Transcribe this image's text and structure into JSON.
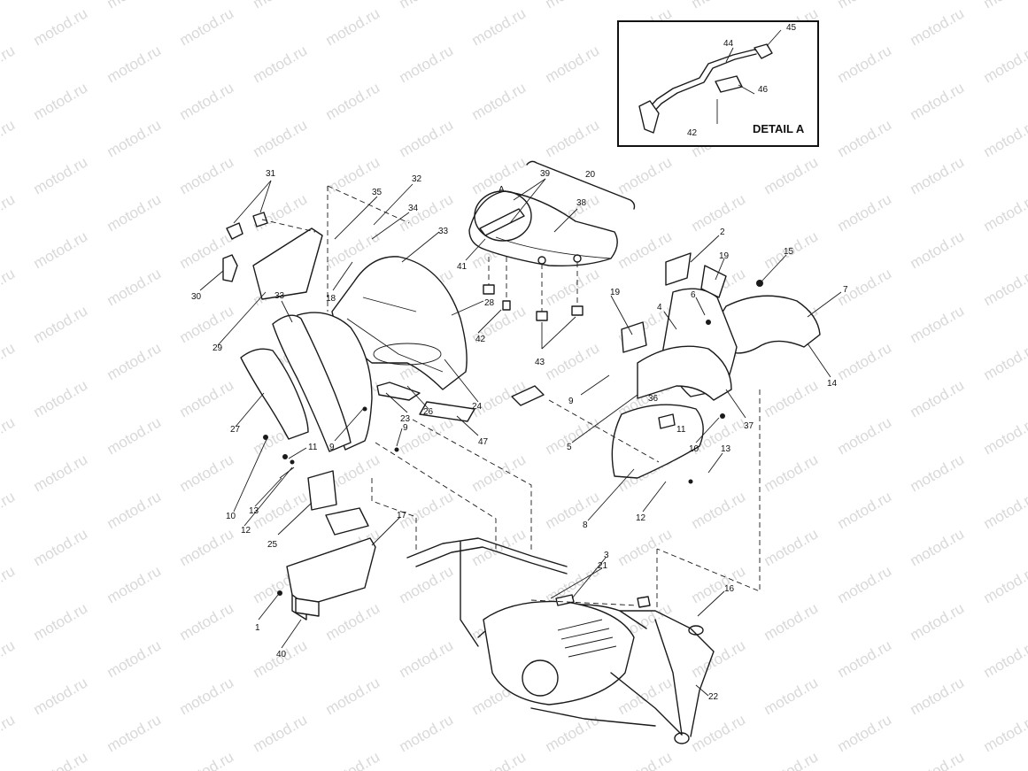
{
  "watermark": "motod.ru",
  "detail_title": "DETAIL A",
  "detail_marker": "A",
  "callouts": [
    {
      "id": "c1",
      "label": "1"
    },
    {
      "id": "c2",
      "label": "2"
    },
    {
      "id": "c3",
      "label": "3"
    },
    {
      "id": "c4",
      "label": "4"
    },
    {
      "id": "c5",
      "label": "5"
    },
    {
      "id": "c6",
      "label": "6"
    },
    {
      "id": "c7",
      "label": "7"
    },
    {
      "id": "c8",
      "label": "8"
    },
    {
      "id": "c9a",
      "label": "9"
    },
    {
      "id": "c9b",
      "label": "9"
    },
    {
      "id": "c9c",
      "label": "9"
    },
    {
      "id": "c10a",
      "label": "10"
    },
    {
      "id": "c10b",
      "label": "10"
    },
    {
      "id": "c11a",
      "label": "11"
    },
    {
      "id": "c11b",
      "label": "11"
    },
    {
      "id": "c12a",
      "label": "12"
    },
    {
      "id": "c12b",
      "label": "12"
    },
    {
      "id": "c13a",
      "label": "13"
    },
    {
      "id": "c13b",
      "label": "13"
    },
    {
      "id": "c14",
      "label": "14"
    },
    {
      "id": "c15",
      "label": "15"
    },
    {
      "id": "c16",
      "label": "16"
    },
    {
      "id": "c17",
      "label": "17"
    },
    {
      "id": "c18",
      "label": "18"
    },
    {
      "id": "c19a",
      "label": "19"
    },
    {
      "id": "c19b",
      "label": "19"
    },
    {
      "id": "c20",
      "label": "20"
    },
    {
      "id": "c21",
      "label": "21"
    },
    {
      "id": "c22",
      "label": "22"
    },
    {
      "id": "c23",
      "label": "23"
    },
    {
      "id": "c24",
      "label": "24"
    },
    {
      "id": "c25",
      "label": "25"
    },
    {
      "id": "c26",
      "label": "26"
    },
    {
      "id": "c27",
      "label": "27"
    },
    {
      "id": "c28",
      "label": "28"
    },
    {
      "id": "c29",
      "label": "29"
    },
    {
      "id": "c30",
      "label": "30"
    },
    {
      "id": "c31",
      "label": "31"
    },
    {
      "id": "c32",
      "label": "32"
    },
    {
      "id": "c33a",
      "label": "33"
    },
    {
      "id": "c33b",
      "label": "33"
    },
    {
      "id": "c34",
      "label": "34"
    },
    {
      "id": "c35",
      "label": "35"
    },
    {
      "id": "c36",
      "label": "36"
    },
    {
      "id": "c37",
      "label": "37"
    },
    {
      "id": "c38",
      "label": "38"
    },
    {
      "id": "c39",
      "label": "39"
    },
    {
      "id": "c40",
      "label": "40"
    },
    {
      "id": "c41",
      "label": "41"
    },
    {
      "id": "c42a",
      "label": "42"
    },
    {
      "id": "c42b",
      "label": "42"
    },
    {
      "id": "c43",
      "label": "43"
    },
    {
      "id": "c44",
      "label": "44"
    },
    {
      "id": "c45",
      "label": "45"
    },
    {
      "id": "c46",
      "label": "46"
    },
    {
      "id": "c47",
      "label": "47"
    }
  ]
}
